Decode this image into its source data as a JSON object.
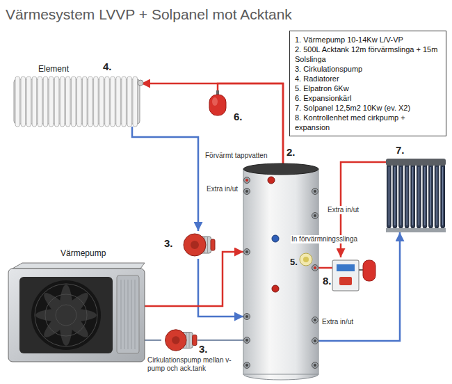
{
  "diagram": {
    "title": "Värmesystem LVVP + Solpanel mot Acktank",
    "nodes": [
      {
        "text": [
          "1. Värmepump 10-14Kw L/V-VP",
          "2. 500L Acktank 12m förvärmslinga + 15m Solslinga",
          "3. Cirkulationspump",
          "4. Radiatorer",
          "5. Elpatron 6Kw",
          "6. Expansionkärl",
          "7. Solpanel 12,5m2 10Kw (ev. X2)",
          "8. Kontrollenhet med cirkpump + expansion"
        ]
      },
      {
        "text": [
          "Element",
          "4."
        ]
      },
      {
        "text": [
          "6."
        ]
      },
      {
        "text": [
          "2."
        ]
      },
      {
        "text": [
          "3."
        ]
      },
      {
        "text": [
          "Värmepump"
        ]
      },
      {
        "text": [
          "3.",
          "Cirkulationspump mellan v-pump och ack.tank"
        ]
      },
      {
        "text": [
          "7."
        ]
      },
      {
        "text": [
          "8."
        ]
      }
    ],
    "edges": [
      {
        "from": 3,
        "to": 1,
        "arrow": "to"
      },
      {
        "from": 3,
        "to": 2,
        "arrow": "none"
      },
      {
        "from": 1,
        "to": 4,
        "arrow": "to"
      },
      {
        "from": 4,
        "to": 3,
        "arrow": "to"
      },
      {
        "from": 5,
        "to": 3,
        "arrow": "to"
      },
      {
        "from": 3,
        "to": 6,
        "arrow": "none"
      },
      {
        "from": 6,
        "to": 5,
        "arrow": "none"
      },
      {
        "from": 7,
        "to": 8,
        "arrow": "to"
      },
      {
        "from": 8,
        "to": 3,
        "arrow": "none"
      },
      {
        "from": 3,
        "to": 7,
        "arrow": "to"
      }
    ],
    "labels": [
      "Förvärmt tappvatten",
      "Extra in/ut",
      "Extra in/ut",
      "In förvärmningsslinga",
      "5.",
      "Extra in/ut"
    ]
  }
}
